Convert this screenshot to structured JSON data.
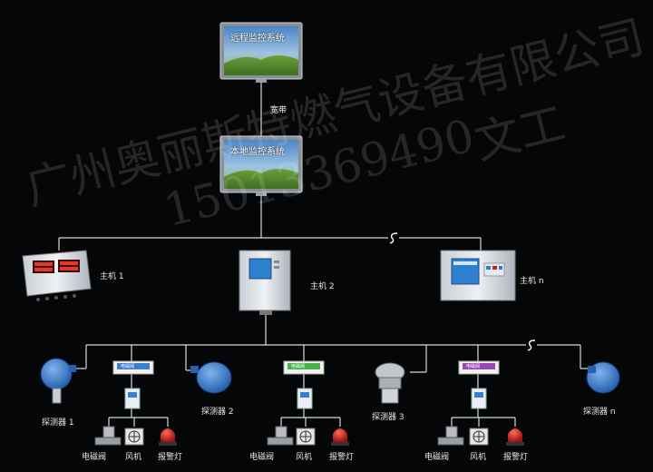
{
  "remote_monitor": {
    "title": "远程监控系统"
  },
  "broadband_label": "宽带",
  "local_monitor": {
    "title": "本地监控系统"
  },
  "hosts": [
    {
      "label": "主机 1"
    },
    {
      "label": "主机 2"
    },
    {
      "label": "主机 n"
    }
  ],
  "detectors": [
    {
      "label": "探测器 1"
    },
    {
      "label": "探测器 2"
    },
    {
      "label": "探测器 3"
    },
    {
      "label": "探测器 n"
    }
  ],
  "relays": [
    {
      "title": "电磁阀"
    },
    {
      "title": "电磁阀"
    },
    {
      "title": "电磁阀"
    }
  ],
  "actuators": {
    "valve": "电磁阀",
    "fan": "风机",
    "alarm_light": "报警灯"
  },
  "watermark": {
    "company": "广州奥丽斯特燃气设备有限公司",
    "phone": "15013369490",
    "name": "文工"
  },
  "colors": {
    "line": "#d8d8d8",
    "detector_blue": "#2f6fc2",
    "alarm_red": "#c4201a",
    "relay_accents": [
      "#3a7fd0",
      "#49b34a",
      "#9a47b8"
    ]
  }
}
